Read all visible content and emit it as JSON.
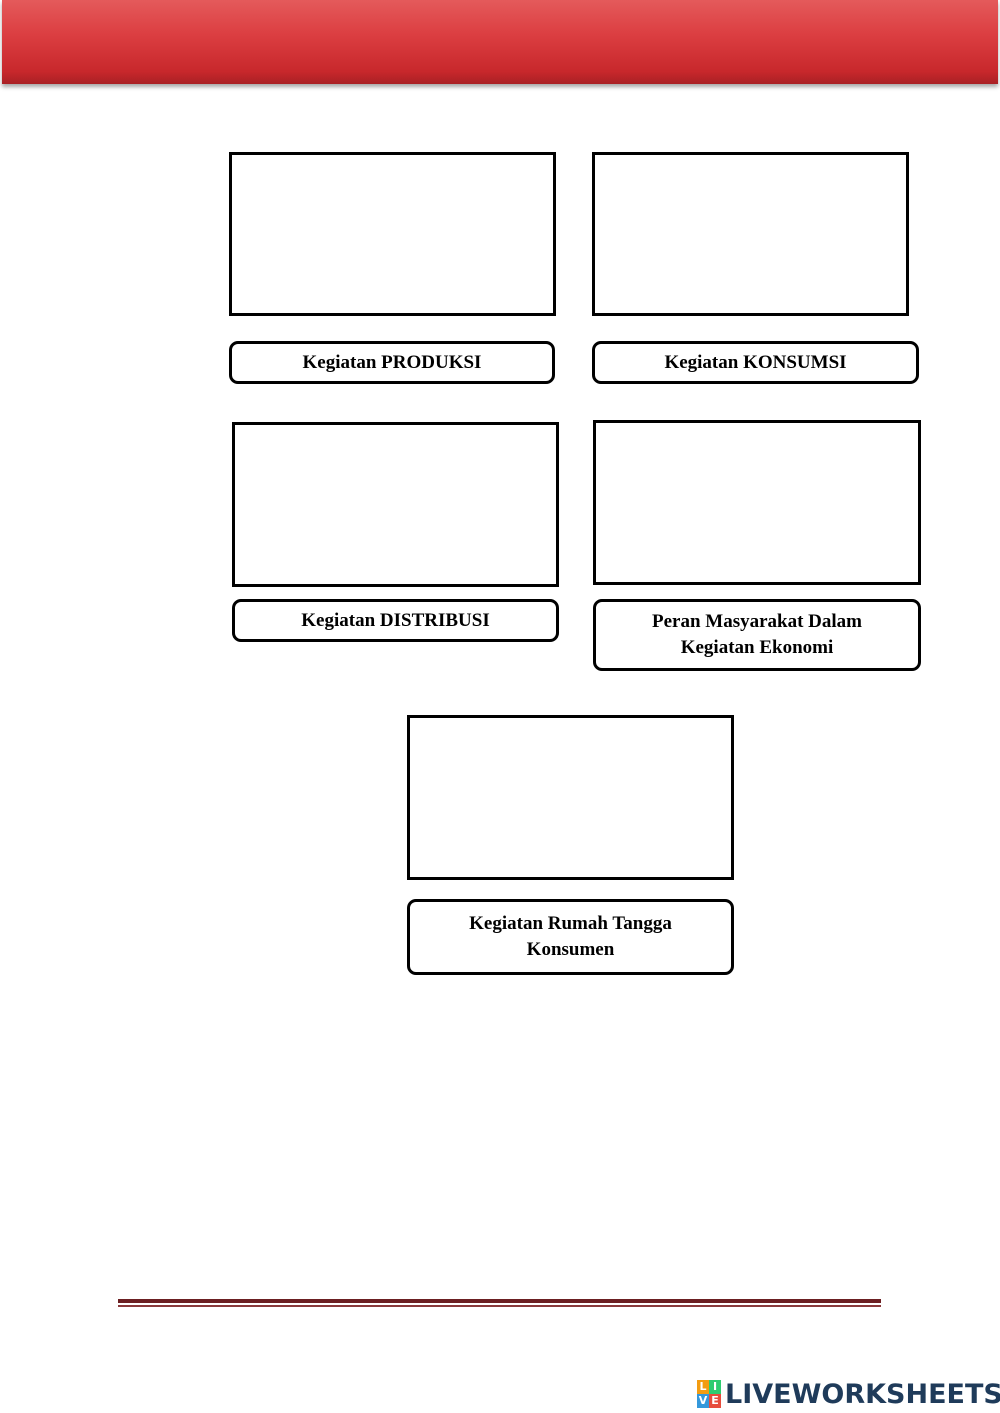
{
  "header": {
    "color": "#d93c3f"
  },
  "activities": [
    {
      "label": "Kegiatan PRODUKSI"
    },
    {
      "label": "Kegiatan KONSUMSI"
    },
    {
      "label": "Kegiatan DISTRIBUSI"
    },
    {
      "label": "Peran Masyarakat Dalam\nKegiatan Ekonomi"
    },
    {
      "label": "Kegiatan Rumah Tangga\nKonsumen"
    }
  ],
  "footer": {
    "brand": "LIVEWORKSHEETS",
    "brand_icon_letters": [
      "L",
      "I",
      "V",
      "E"
    ]
  }
}
